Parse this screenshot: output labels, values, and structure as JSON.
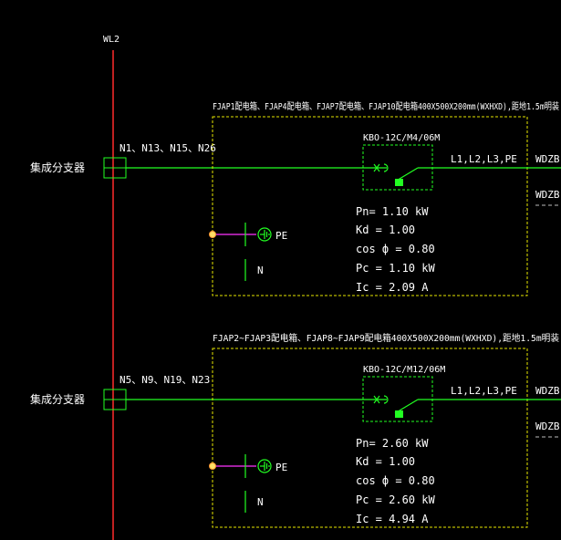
{
  "bus_label": "WL2",
  "colors": {
    "bus": "#ff2a2a",
    "line": "#22ff22",
    "box": "#e6e600",
    "pe_wire": "#ff33ff",
    "node": "#ffe066",
    "text": "#ffffff",
    "dash": "#bbbbbb"
  },
  "panels": [
    {
      "left_label": "集成分支器",
      "nodes": "N1、N13、N15、N26",
      "title": "FJAP1配电箱、FJAP4配电箱、FJAP7配电箱、FJAP10配电箱400X500X200mm(WXHXD),距地1.5m明装",
      "breaker": "KBO-12C/M4/06M",
      "phases": "L1,L2,L3,PE",
      "out1": "WDZB",
      "out2": "WDZB",
      "pe": "PE",
      "n": "N",
      "pn": "Pn=  1.10   kW",
      "kd": "Kd  = 1.00",
      "cos": "cos ф  = 0.80",
      "pc": "Pc  = 1.10    kW",
      "ic": "Ic  = 2.09    A"
    },
    {
      "left_label": "集成分支器",
      "nodes": "N5、N9、N19、N23",
      "title": "FJAP2~FJAP3配电箱、FJAP8~FJAP9配电箱400X500X200mm(WXHXD),距地1.5m明装",
      "breaker": "KBO-12C/M12/06M",
      "phases": "L1,L2,L3,PE",
      "out1": "WDZB",
      "out2": "WDZB",
      "pe": "PE",
      "n": "N",
      "pn": "Pn=  2.60   kW",
      "kd": "Kd  = 1.00",
      "cos": "cos ф  = 0.80",
      "pc": "Pc  = 2.60    kW",
      "ic": "Ic  = 4.94    A"
    }
  ]
}
